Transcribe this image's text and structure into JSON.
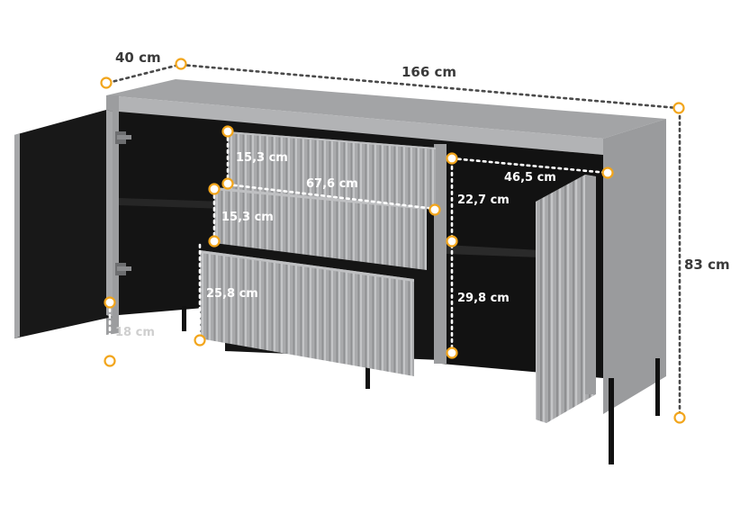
{
  "dimensions": {
    "depth": "40 cm",
    "width": "166 cm",
    "height": "83 cm",
    "drawer_top_height": "15,3 cm",
    "drawer_inner_width": "67,6 cm",
    "drawer_middle_height": "15,3 cm",
    "drawer_bottom_height": "25,8 cm",
    "leg_height": "18 cm",
    "right_inner_width": "46,5 cm",
    "right_upper_shelf": "22,7 cm",
    "right_lower_shelf": "29,8 cm"
  },
  "colors": {
    "body": "#a9aaac",
    "interior": "#121212",
    "markers": "#f2a51b"
  }
}
